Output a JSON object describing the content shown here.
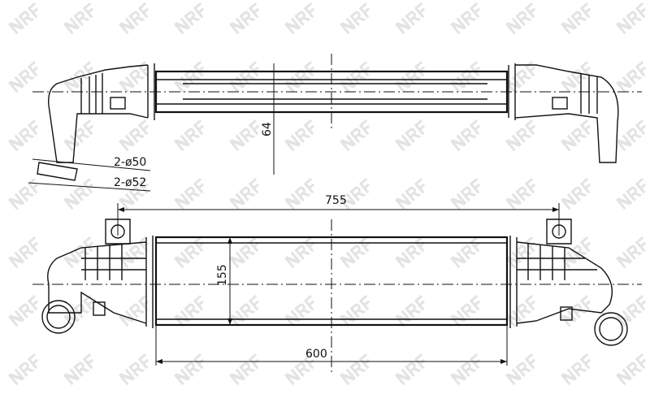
{
  "watermark": {
    "text": "NRF",
    "color": "#e3e3e3"
  },
  "top_view": {
    "inlet_inner_diameter": "2-ø50",
    "inlet_outer_diameter": "2-ø52",
    "core_thickness": "64"
  },
  "front_view": {
    "overall_length": "755",
    "core_height": "155",
    "core_length": "600"
  }
}
